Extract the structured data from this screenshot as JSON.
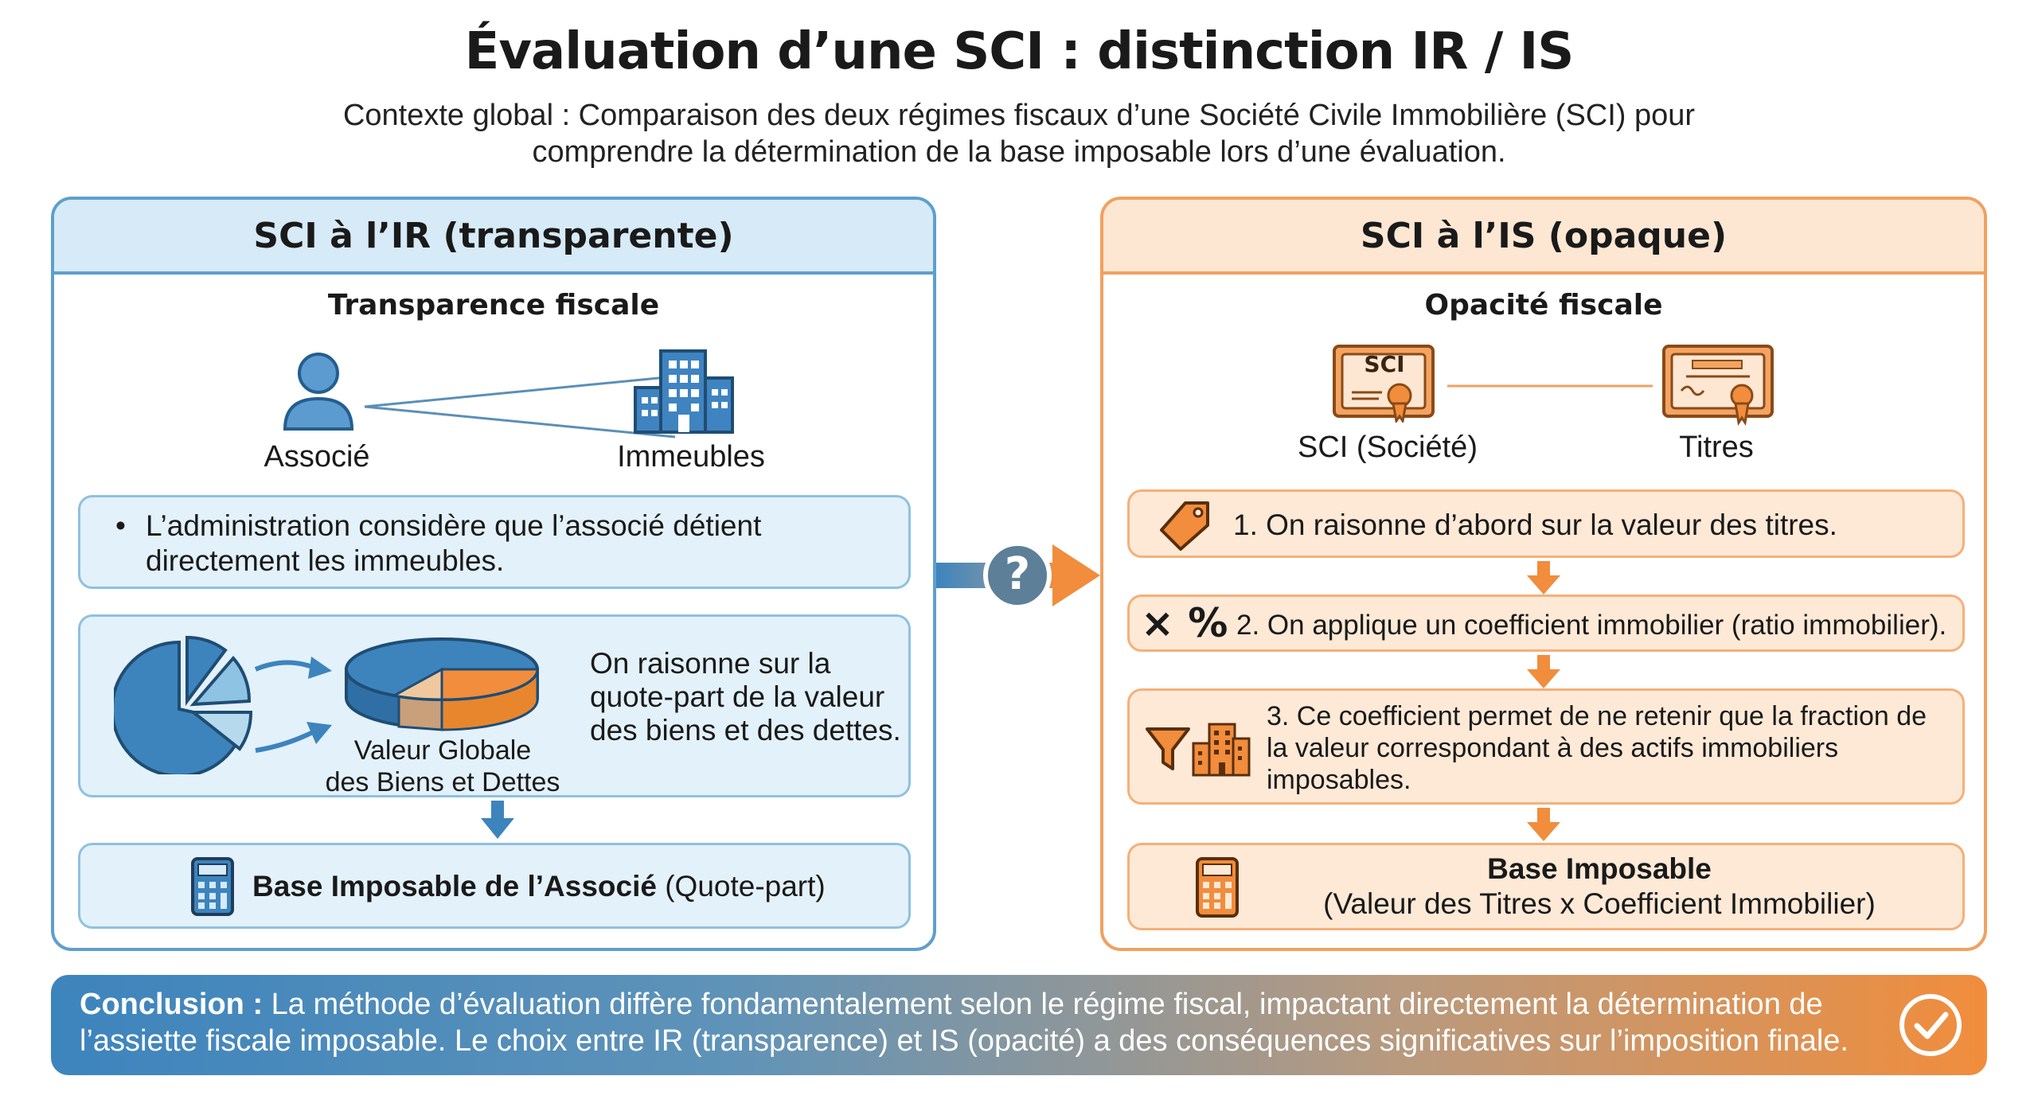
{
  "title": "Évaluation d’une SCI : distinction IR / IS",
  "subtitle_line1": "Contexte global : Comparaison des deux régimes fiscaux d’une Société Civile Immobilière (SCI) pour",
  "subtitle_line2": "comprendre la détermination de la base imposable lors d’une évaluation.",
  "left": {
    "header": "SCI à l’IR (transparente)",
    "section_title": "Transparence fiscale",
    "associe_label": "Associé",
    "immeubles_label": "Immeubles",
    "bullet_line1": "L’administration considère que l’associé détient",
    "bullet_line2": "directement les immeubles.",
    "valeur_line1": "Valeur Globale",
    "valeur_line2": "des Biens et Dettes",
    "raisonne_line1": "On raisonne sur la",
    "raisonne_line2": "quote-part de la valeur",
    "raisonne_line3": "des biens et des dettes.",
    "base_bold": "Base Imposable de l’Associé",
    "base_normal": " (Quote-part)"
  },
  "right": {
    "header": "SCI à l’IS (opaque)",
    "section_title": "Opacité fiscale",
    "sci_icon_text": "SCI",
    "sci_label": "SCI (Société)",
    "titres_label": "Titres",
    "step1": "1. On raisonne d’abord sur la valeur des titres.",
    "step2": "2. On applique un coefficient immobilier (ratio immobilier).",
    "step2_symbols": "× %",
    "step3_line1": "3. Ce coefficient permet de ne retenir que la fraction de",
    "step3_line2": "la valeur correspondant à des actifs immobiliers",
    "step3_line3": "imposables.",
    "base_title": "Base Imposable",
    "base_detail": "(Valeur des Titres x Coefficient Immobilier)"
  },
  "center_symbol": "?",
  "conclusion": {
    "label": "Conclusion :",
    "line1": " La méthode d’évaluation diffère fondamentalement selon le régime fiscal, impactant directement la détermination de",
    "line2": "l’assiette fiscale imposable. Le choix entre IR (transparence) et IS (opacité) a des conséquences significatives sur l’imposition finale."
  },
  "colors": {
    "blue_accent": "#3d84bd",
    "orange_accent": "#f18d3c",
    "blue_light": "#e3f1fa",
    "orange_light": "#fde9d6"
  }
}
